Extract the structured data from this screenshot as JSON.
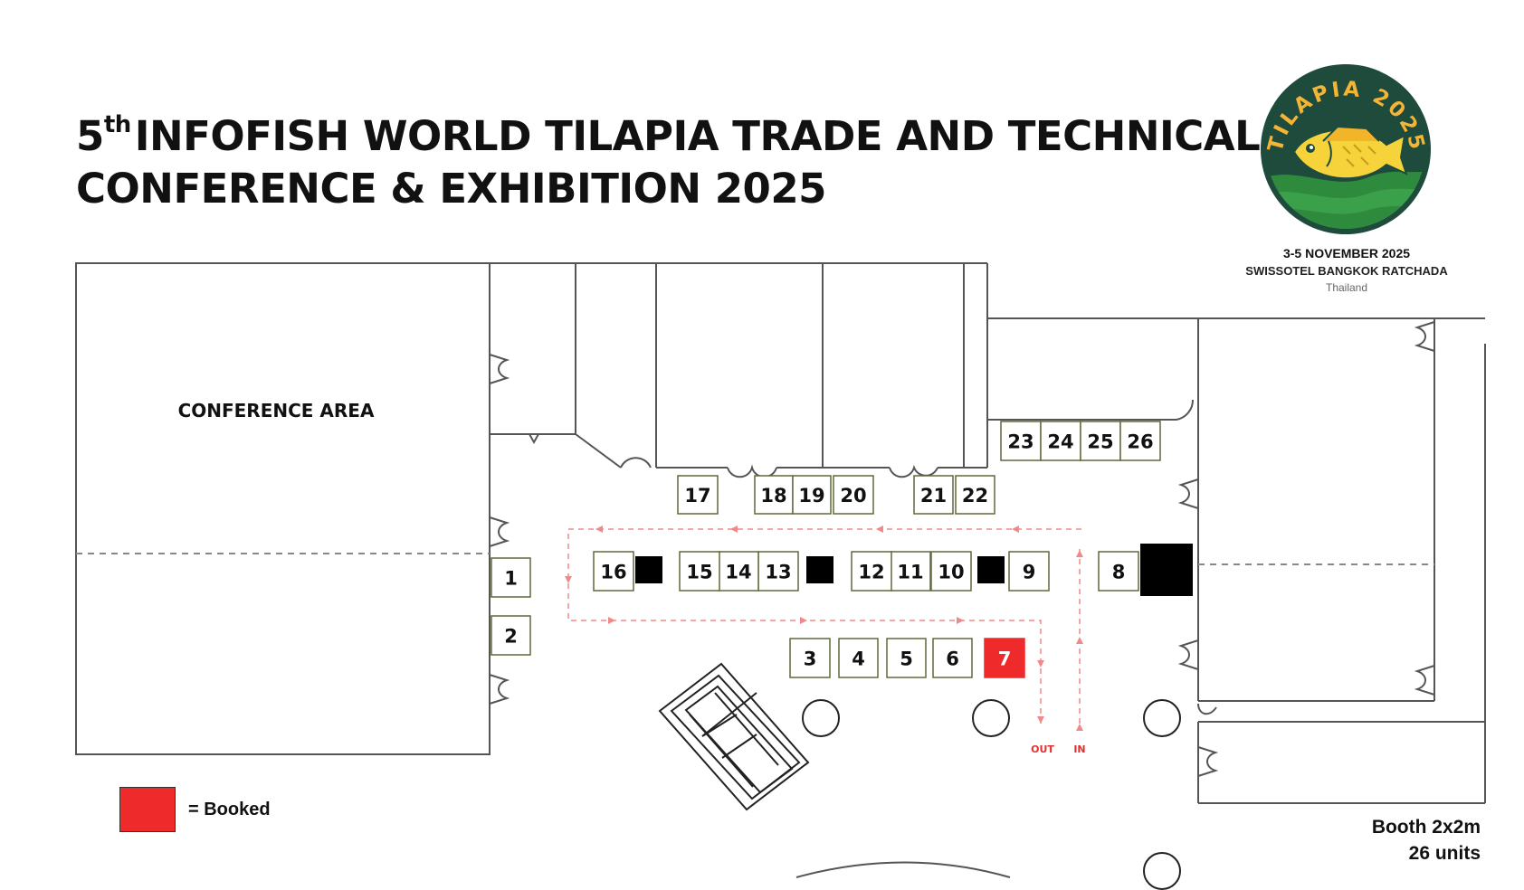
{
  "header": {
    "title_sup": "th",
    "title_line1": "5",
    "title_line1_rest": "INFOFISH WORLD TILAPIA TRADE AND TECHNICAL",
    "title_line2": "CONFERENCE & EXHIBITION 2025"
  },
  "logo": {
    "text": "TILAPIA 2025",
    "icon": "tilapia-fish-icon",
    "colors": {
      "ring": "#1f4b3c",
      "text": "#f4b534",
      "fish": "#f6d33a",
      "waves": "#2e8b3e"
    }
  },
  "event": {
    "dates": "3-5 NOVEMBER 2025",
    "venue": "SWISSOTEL BANGKOK RATCHADA",
    "country": "Thailand"
  },
  "map": {
    "conference_area": "CONFERENCE AREA",
    "out_label": "OUT",
    "in_label": "IN",
    "colors": {
      "booked": "#ee2a2a",
      "booth_border": "#5d6b3a",
      "walls": "#555555",
      "flow": "#f08a8a"
    },
    "booths": [
      {
        "label": "1",
        "booked": false
      },
      {
        "label": "2",
        "booked": false
      },
      {
        "label": "3",
        "booked": false
      },
      {
        "label": "4",
        "booked": false
      },
      {
        "label": "5",
        "booked": false
      },
      {
        "label": "6",
        "booked": false
      },
      {
        "label": "7",
        "booked": true
      },
      {
        "label": "8",
        "booked": false
      },
      {
        "label": "9",
        "booked": false
      },
      {
        "label": "10",
        "booked": false
      },
      {
        "label": "11",
        "booked": false
      },
      {
        "label": "12",
        "booked": false
      },
      {
        "label": "13",
        "booked": false
      },
      {
        "label": "14",
        "booked": false
      },
      {
        "label": "15",
        "booked": false
      },
      {
        "label": "16",
        "booked": false
      },
      {
        "label": "17",
        "booked": false
      },
      {
        "label": "18",
        "booked": false
      },
      {
        "label": "19",
        "booked": false
      },
      {
        "label": "20",
        "booked": false
      },
      {
        "label": "21",
        "booked": false
      },
      {
        "label": "22",
        "booked": false
      },
      {
        "label": "23",
        "booked": false
      },
      {
        "label": "24",
        "booked": false
      },
      {
        "label": "25",
        "booked": false
      },
      {
        "label": "26",
        "booked": false
      }
    ]
  },
  "legend": {
    "booked_text": "= Booked"
  },
  "summary": {
    "size": "Booth 2x2m",
    "units": "26 units"
  }
}
